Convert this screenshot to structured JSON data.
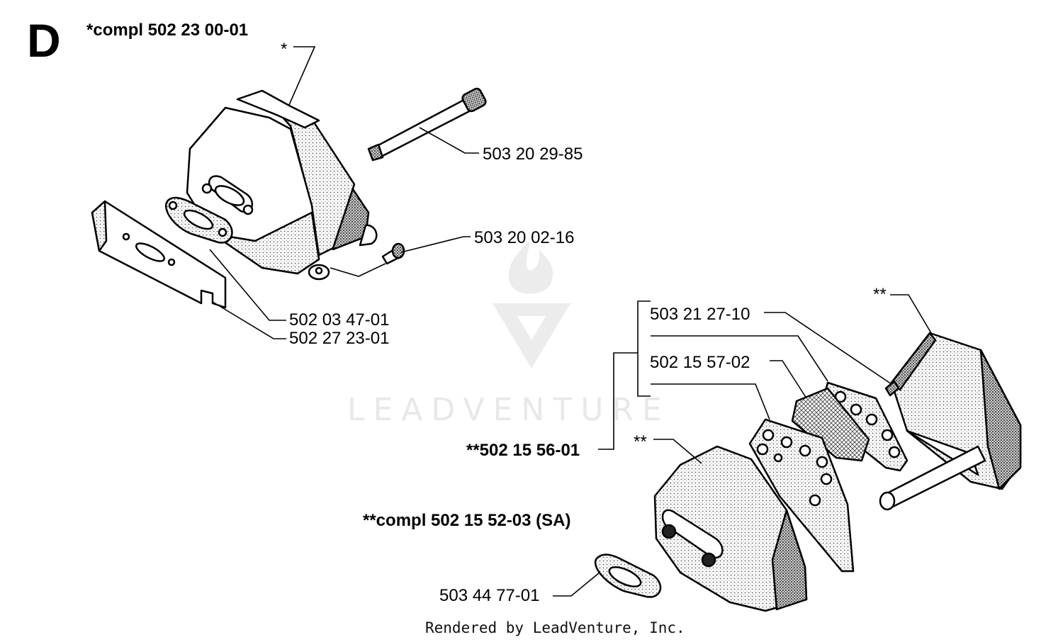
{
  "section_letter": "D",
  "assemblies": {
    "upper": "*compl 502 23 00-01",
    "lower_middle": "**502 15 56-01",
    "lower": "**compl 502 15 52-03 (SA)"
  },
  "markers": {
    "upper_star": "*",
    "lower_star_right": "**",
    "lower_star_left": "**"
  },
  "parts": [
    {
      "number": "503 20 29-85"
    },
    {
      "number": "503 20 02-16"
    },
    {
      "number": "502 03 47-01"
    },
    {
      "number": "502 27 23-01"
    },
    {
      "number": "503 21 27-10"
    },
    {
      "number": "502 15 57-02"
    },
    {
      "number": "503 44 77-01"
    }
  ],
  "watermark": "LEADVENTURE",
  "footer": "Rendered by LeadVenture, Inc."
}
